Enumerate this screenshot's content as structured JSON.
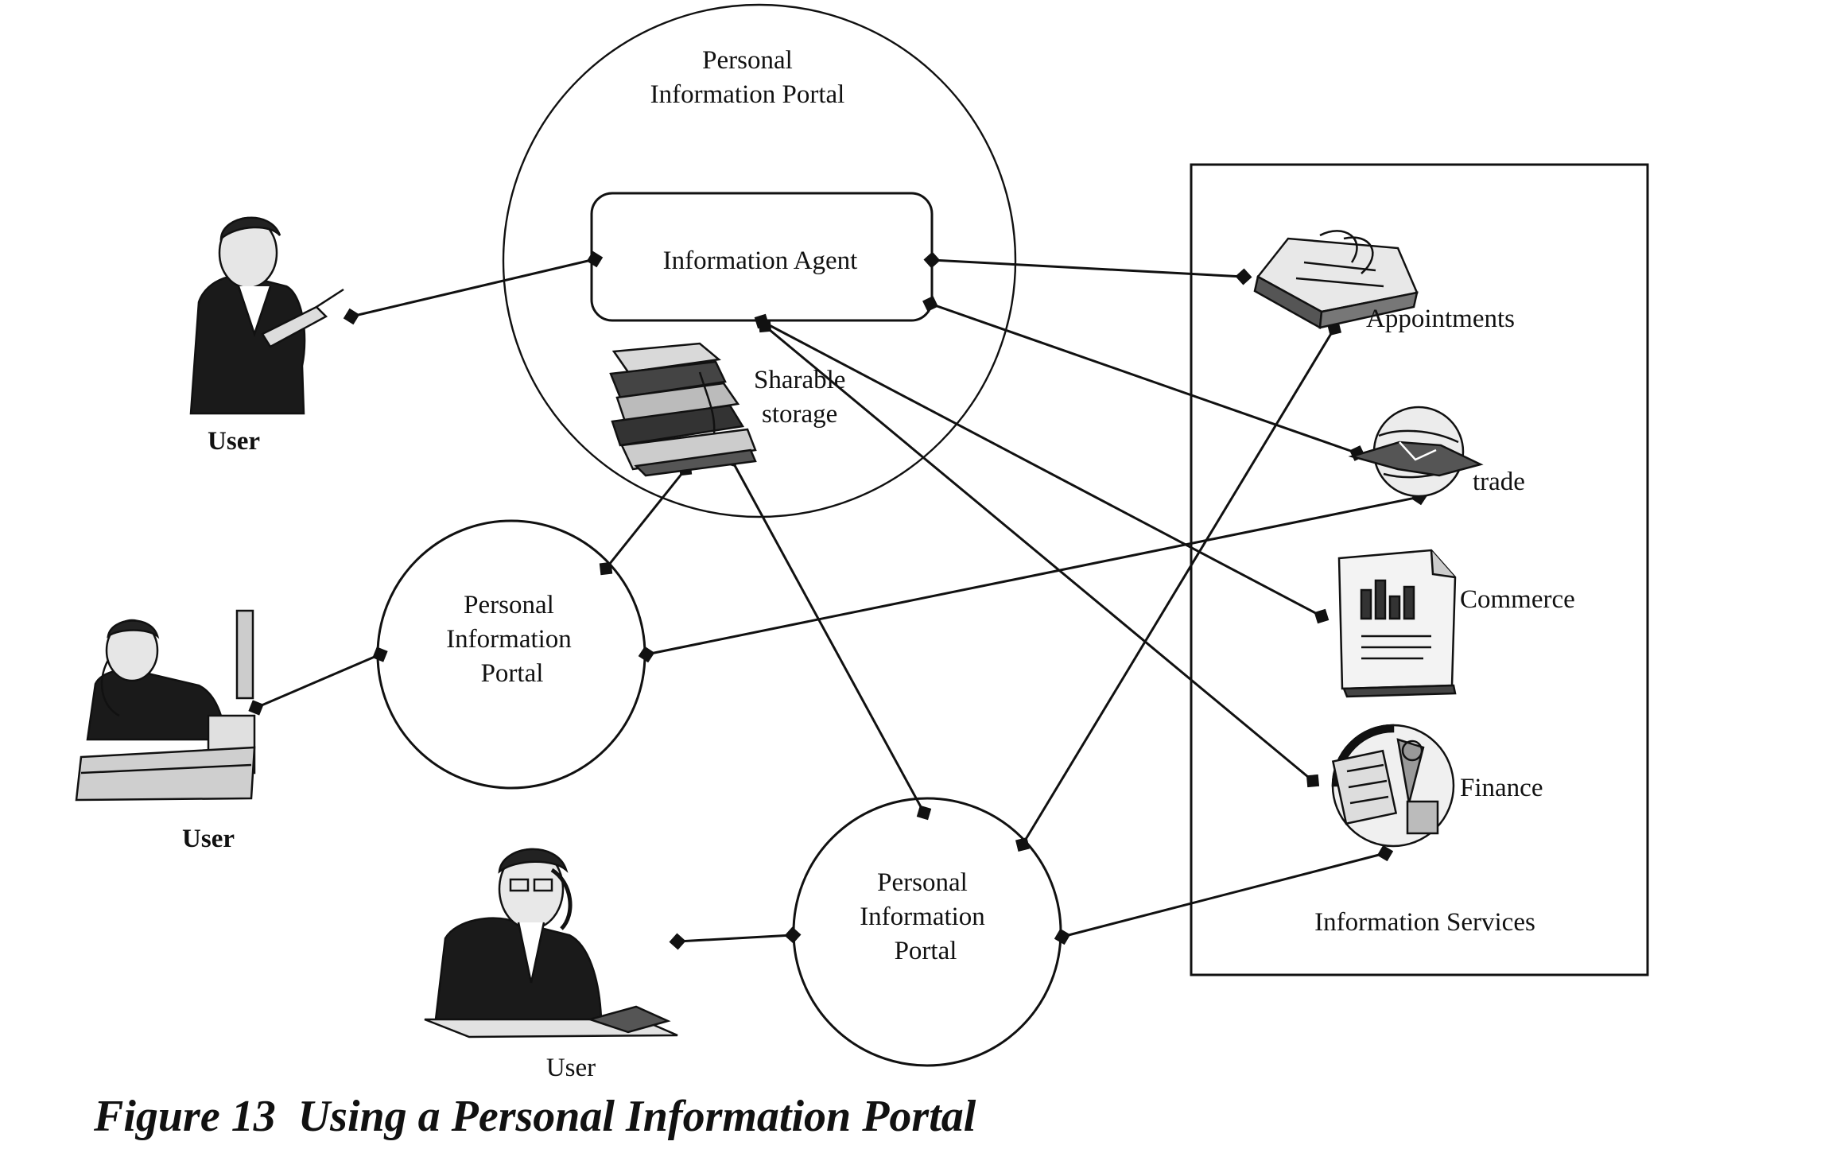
{
  "diagram": {
    "portal_top": {
      "title_line1": "Personal",
      "title_line2": "Information Portal"
    },
    "information_agent": {
      "label": "Information Agent"
    },
    "sharable_storage": {
      "line1": "Sharable",
      "line2": "storage"
    },
    "portal_middle": {
      "line1": "Personal",
      "line2": "Information",
      "line3": "Portal"
    },
    "portal_bottom": {
      "line1": "Personal",
      "line2": "Information",
      "line3": "Portal"
    },
    "users": {
      "top": "User",
      "middle": "User",
      "bottom": "User"
    },
    "services": {
      "title": "Information Services",
      "appointments": "Appointments",
      "trade": "trade",
      "commerce": "Commerce",
      "finance": "Finance"
    },
    "icons": {
      "user_top": "businesswoman-phone-icon",
      "user_middle": "businessman-desk-computer-icon",
      "user_bottom": "businessman-phone-desk-icon",
      "storage": "stack-of-books-icon",
      "appointments": "appointment-book-icon",
      "trade": "globe-handshake-icon",
      "commerce": "document-chart-icon",
      "finance": "finance-tools-icon"
    }
  },
  "caption": "Figure 13  Using a Personal Information Portal"
}
